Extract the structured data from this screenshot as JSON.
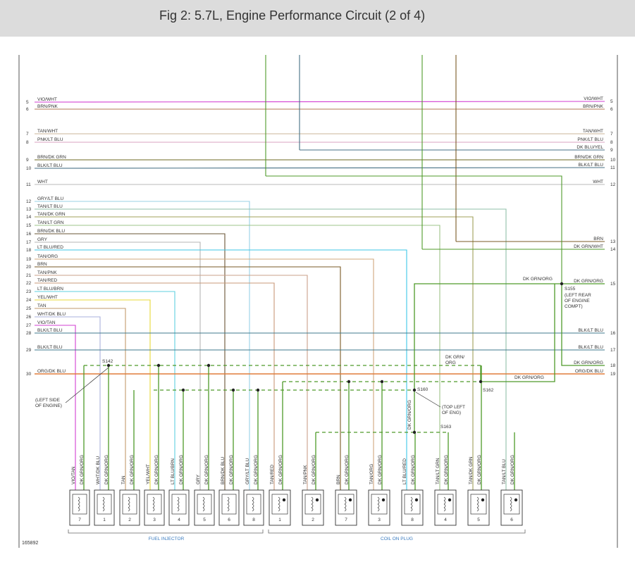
{
  "title": "Fig 2: 5.7L, Engine Performance Circuit (2 of 4)",
  "figure_id": "165892",
  "left_pins": [
    "5",
    "6",
    "7",
    "8",
    "9",
    "10",
    "11",
    "12",
    "13",
    "14",
    "15",
    "16",
    "17",
    "18",
    "19",
    "20",
    "21",
    "22",
    "23",
    "24",
    "25",
    "26",
    "27",
    "28",
    "29",
    "30"
  ],
  "right_pins": [
    "5",
    "6",
    "7",
    "8",
    "9",
    "10",
    "11",
    "12",
    "13",
    "14",
    "15",
    "16",
    "17",
    "18",
    "19"
  ],
  "left_wires": [
    {
      "pin": "5",
      "label": "VIO/WHT",
      "color": "#d23fd2"
    },
    {
      "pin": "6",
      "label": "BRN/PNK",
      "color": "#b07a55"
    },
    {
      "pin": "7",
      "label": "TAN/WHT",
      "color": "#cbb69a"
    },
    {
      "pin": "8",
      "label": "PNK/LT BLU",
      "color": "#d9a3c2"
    },
    {
      "pin": "9",
      "label": "BRN/DK GRN",
      "color": "#6d6a22"
    },
    {
      "pin": "10",
      "label": "BLK/LT BLU",
      "color": "#456f84"
    },
    {
      "pin": "11",
      "label": "WHT",
      "color": "#b9b9b9"
    },
    {
      "pin": "12",
      "label": "GRY/LT BLU",
      "color": "#98d0e6"
    },
    {
      "pin": "13",
      "label": "TAN/LT BLU",
      "color": "#8fbfa8"
    },
    {
      "pin": "14",
      "label": "TAN/DK GRN",
      "color": "#a0a05a"
    },
    {
      "pin": "15",
      "label": "TAN/LT GRN",
      "color": "#9ec488"
    },
    {
      "pin": "16",
      "label": "BRN/DK BLU",
      "color": "#6a5436"
    },
    {
      "pin": "17",
      "label": "GRY",
      "color": "#b4b4b4"
    },
    {
      "pin": "18",
      "label": "LT BLU/RED",
      "color": "#3cc6e6"
    },
    {
      "pin": "19",
      "label": "TAN/ORG",
      "color": "#d0a77e"
    },
    {
      "pin": "20",
      "label": "BRN",
      "color": "#7a5a25"
    },
    {
      "pin": "21",
      "label": "TAN/PNK",
      "color": "#c9a08a"
    },
    {
      "pin": "22",
      "label": "TAN/RED",
      "color": "#c89878"
    },
    {
      "pin": "23",
      "label": "LT BLU/BRN",
      "color": "#5fd0df"
    },
    {
      "pin": "24",
      "label": "YEL/WHT",
      "color": "#e8d838"
    },
    {
      "pin": "25",
      "label": "TAN",
      "color": "#c29a6c"
    },
    {
      "pin": "26",
      "label": "WHT/DK BLU",
      "color": "#aab0dd"
    },
    {
      "pin": "27",
      "label": "VIO/TAN",
      "color": "#d23fd2"
    },
    {
      "pin": "28",
      "label": "BLK/LT BLU",
      "color": "#3f7a8c"
    },
    {
      "pin": "29",
      "label": "BLK/LT BLU",
      "color": "#3f7a8c"
    },
    {
      "pin": "30",
      "label": "ORG/DK BLU",
      "color": "#e07d3c"
    }
  ],
  "right_wires": [
    {
      "pin": "5",
      "label": "VIO/WHT"
    },
    {
      "pin": "6",
      "label": "BRN/PNK"
    },
    {
      "pin": "7",
      "label": "TAN/WHT"
    },
    {
      "pin": "8",
      "label": "PNK/LT BLU"
    },
    {
      "pin": "9",
      "label": "DK BLU/YEL"
    },
    {
      "pin": "10",
      "label": "BRN/DK GRN"
    },
    {
      "pin": "11",
      "label": "BLK/LT BLU"
    },
    {
      "pin": "12",
      "label": "WHT"
    },
    {
      "pin": "13",
      "label": "BRN"
    },
    {
      "pin": "14",
      "label": "DK GRN/WHT"
    },
    {
      "pin": "15",
      "label": "DK GRN/ORG"
    },
    {
      "pin": "16",
      "label": "BLK/LT BLU"
    },
    {
      "pin": "17",
      "label": "BLK/LT BLU"
    },
    {
      "pin": "18",
      "label": "DK GRN/ORG"
    },
    {
      "pin": "19",
      "label": "ORG/DK BLU"
    }
  ],
  "splices": {
    "s142": "S142",
    "s155": "S155",
    "s155_note": [
      "(LEFT REAR",
      "OF ENGINE",
      "COMPT)"
    ],
    "s160": "S160",
    "s160_note": [
      "(TOP LEFT",
      "OF ENG)"
    ],
    "s162": "S162",
    "s163": "S163",
    "left_side_note": [
      "(LEFT SIDE",
      "OF ENGINE)"
    ]
  },
  "dk_grn_org_labels": {
    "at_s155": "DK GRN/ORG",
    "upper": [
      "DK GRN/",
      "ORG"
    ],
    "to_19": "DK GRN/ORG"
  },
  "fuel_injectors": [
    {
      "number": "7",
      "wire_a": "VIO/TAN",
      "wire_b": "DK GRN/ORG"
    },
    {
      "number": "1",
      "wire_a": "WHT/DK BLU",
      "wire_b": "DK GRN/ORG"
    },
    {
      "number": "2",
      "wire_a": "TAN",
      "wire_b": "DK GRN/ORG"
    },
    {
      "number": "3",
      "wire_a": "YEL/WHT",
      "wire_b": "DK GRN/ORG"
    },
    {
      "number": "4",
      "wire_a": "LT BLU/BRN",
      "wire_b": "DK GRN/ORG"
    },
    {
      "number": "5",
      "wire_a": "GRY",
      "wire_b": "DK GRN/ORG"
    },
    {
      "number": "6",
      "wire_a": "BRN/DK BLU",
      "wire_b": "DK GRN/ORG"
    },
    {
      "number": "8",
      "wire_a": "GRY/LT BLU",
      "wire_b": "DK GRN/ORG"
    }
  ],
  "coils": [
    {
      "number": "1",
      "wire_a": "TAN/RED",
      "wire_b": "DK GRN/ORG"
    },
    {
      "number": "2",
      "wire_a": "TAN/PNK",
      "wire_b": "DK GRN/ORG"
    },
    {
      "number": "7",
      "wire_a": "BRN",
      "wire_b": "DK GRN/ORG"
    },
    {
      "number": "3",
      "wire_a": "TAN/ORG",
      "wire_b": "DK GRN/ORG"
    },
    {
      "number": "8",
      "wire_a": "LT BLU/RED",
      "wire_b": "DK GRN/ORG"
    },
    {
      "number": "4",
      "wire_a": "TAN/LT GRN",
      "wire_b": "DK GRN/ORG"
    },
    {
      "number": "5",
      "wire_a": "TAN/DK GRN",
      "wire_b": "DK GRN/ORG"
    },
    {
      "number": "6",
      "wire_a": "TAN/LT BLU",
      "wire_b": "DK GRN/ORG"
    }
  ],
  "connector_pin_labels": [
    "1",
    "2"
  ],
  "group_labels": {
    "fuel_injector": "FUEL INJECTOR",
    "coil_on_plug": "COIL ON PLUG"
  },
  "colors": {
    "dk_grn_org": "#4f9a2a",
    "header_bg": "#dcdcdc",
    "group_label": "#3a7bbf",
    "text": "#333333"
  }
}
